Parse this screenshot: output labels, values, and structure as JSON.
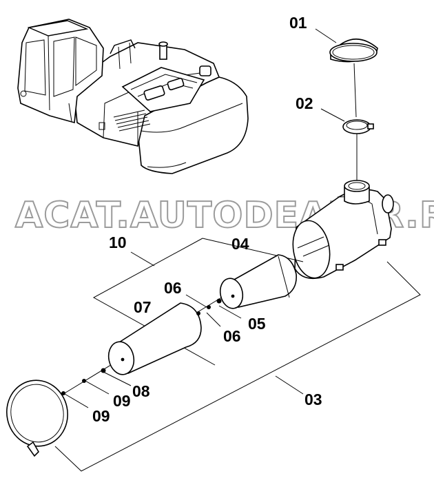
{
  "watermark": "ACAT.AUTODEALER.RU",
  "labels": {
    "p01": "01",
    "p02": "02",
    "p03": "03",
    "p04": "04",
    "p05": "05",
    "p06a": "06",
    "p06b": "06",
    "p07": "07",
    "p08": "08",
    "p09a": "09",
    "p09b": "09",
    "p10": "10"
  }
}
